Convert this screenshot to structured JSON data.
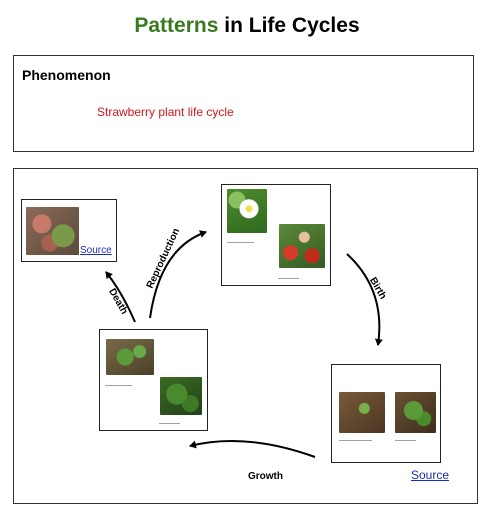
{
  "title": {
    "accent": "Patterns",
    "rest": " in Life Cycles"
  },
  "phenomenon": {
    "label": "Phenomenon",
    "text": "Strawberry plant life cycle"
  },
  "colors": {
    "title_accent": "#3a7a1f",
    "phenomenon_text": "#d0161b",
    "link": "#1a2fb0"
  },
  "stages": {
    "death": {
      "link": "Source"
    },
    "growth": {
      "link": "Source"
    }
  },
  "arrows": {
    "reproduction": "Reproduction",
    "birth": "Birth",
    "growth": "Growth",
    "death": "Death"
  }
}
